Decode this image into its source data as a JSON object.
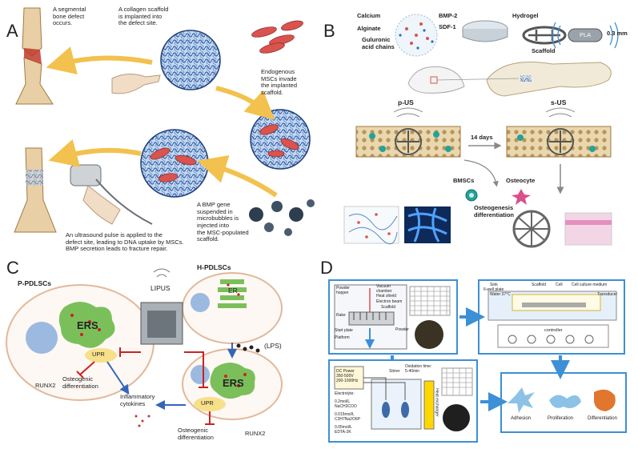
{
  "panels": {
    "A": {
      "label": "A",
      "texts": {
        "segmental_defect": "A segmental\nbone defect\noccurs.",
        "collagen_scaffold": "A collagen scaffold\nis implanted into\nthe defect site.",
        "endogenous_mscs": "Endogenous\nMSCs invade\nthe implanted\nscaffold.",
        "bmp_gene": "A BMP gene\nsuspended in\nmicrobubbles is\ninjected into\nthe MSC-populated\nscaffold.",
        "ultrasound_pulse": "An ultrasound pulse is applied to the\ndefect site, leading to DNA uptake by MSCs.\nBMP secretion leads to fracture repair."
      }
    },
    "B": {
      "label": "B",
      "texts": {
        "calcium": "Calcium",
        "alginate": "Alginate",
        "guluronic": "Guluronic\nacid chains",
        "bmp2": "BMP-2",
        "sdf1": "SDF-1",
        "hydrogel": "Hydrogel",
        "pla": "PLA",
        "thickness": "0.3 mm",
        "scaffold": "Scaffold",
        "p_us": "p-US",
        "s_us": "s-US",
        "days": "14 days",
        "bmscs": "BMSCs",
        "osteocyte": "Osteocyte",
        "osteogenesis": "Osteogenesis\ndifferentiation"
      }
    },
    "C": {
      "label": "C",
      "texts": {
        "p_pdlscs": "P-PDLSCs",
        "h_pdlscs": "H-PDLSCs",
        "lipus": "LIPUS",
        "ers_left": "ERS",
        "ers_right": "ERS",
        "er": "ER",
        "upr_left": "UPR",
        "upr_right": "UPR",
        "lps": "(LPS)",
        "runx2_left": "RUNX2",
        "runx2_right": "RUNX2",
        "osteo_left": "Osteogenic\ndifferentiation",
        "osteo_right": "Osteogenic\ndifferentiation",
        "inflammatory": "Inflammatory\ncytokines"
      }
    },
    "D": {
      "label": "D",
      "texts": {
        "powder_hopper": "Powder\nhopper",
        "vacuum_chamber": "Vacuum\nchamber",
        "heat_shield": "Heat shield",
        "electron_beam": "Electron beam",
        "scaffold": "Scaffold",
        "rake": "Rake",
        "powder": "Powder",
        "start_plate": "Start plate",
        "platform": "Platform",
        "sink": "Sink",
        "six_well": "6-well plate",
        "water": "Water 37°C",
        "scaffold2": "Scaffold",
        "cell": "Cell",
        "medium": "Cell culture medium",
        "transducer": "Transducer",
        "controller": "controller",
        "dc_power": "DC Power\n350-500V\n200-1000Hz",
        "electrolyte": "Electrolyte:",
        "e1": "0.2mol/L\nNaCH3COO",
        "e2": "0.015mol/L\nC3H7Na2O6P",
        "e3": "0.05mol/L\nEDTA-2K",
        "stirrer": "Stirrer",
        "oxidation": "Oxidation time:\n5-40min",
        "heat_exchanger": "Heat exchanger",
        "adhesion": "Adhesion",
        "proliferation": "Proliferation",
        "differentiation": "Differentiation"
      }
    }
  },
  "colors": {
    "arrow_yellow": "#f2c14e",
    "scaffold_blue": "#3a6fb5",
    "cell_red": "#d9534f",
    "frame_blue": "#3d8fd6",
    "er_green": "#7bbf5b",
    "upr_yellow": "#f7e08a",
    "inhibit_red": "#cc2222",
    "act_blue": "#3366bb"
  }
}
